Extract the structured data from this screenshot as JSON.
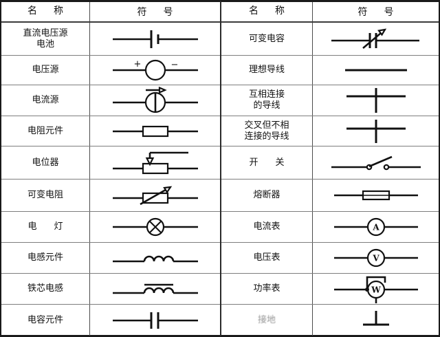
{
  "document": {
    "title": "电路元件图形符号对照表",
    "type": "reference-table",
    "columns": [
      "名　称",
      "符　号"
    ]
  },
  "left_table": {
    "header": {
      "name": "名　称",
      "symbol": "符　号"
    },
    "rows": [
      {
        "name": "直流电压源\n电池",
        "symbol_name": "dc-voltage-source-battery-symbol"
      },
      {
        "name": "电压源",
        "symbol_name": "voltage-source-symbol",
        "marks": [
          "+",
          "−"
        ]
      },
      {
        "name": "电流源",
        "symbol_name": "current-source-symbol"
      },
      {
        "name": "电阻元件",
        "symbol_name": "resistor-symbol"
      },
      {
        "name": "电位器",
        "symbol_name": "potentiometer-symbol"
      },
      {
        "name": "可变电阻",
        "symbol_name": "variable-resistor-symbol"
      },
      {
        "name": "电　灯",
        "symbol_name": "lamp-symbol",
        "spaced": true
      },
      {
        "name": "电感元件",
        "symbol_name": "inductor-symbol"
      },
      {
        "name": "铁芯电感",
        "symbol_name": "iron-core-inductor-symbol"
      },
      {
        "name": "电容元件",
        "symbol_name": "capacitor-symbol"
      }
    ]
  },
  "right_table": {
    "header": {
      "name": "名　称",
      "symbol": "符　号"
    },
    "rows": [
      {
        "name": "可变电容",
        "symbol_name": "variable-capacitor-symbol"
      },
      {
        "name": "理想导线",
        "symbol_name": "ideal-wire-symbol"
      },
      {
        "name": "互相连接\n的导线",
        "symbol_name": "connected-wires-symbol"
      },
      {
        "name": "交叉但不相\n连接的导线",
        "symbol_name": "crossing-unconnected-wires-symbol"
      },
      {
        "name": "开　关",
        "symbol_name": "switch-symbol",
        "spaced": true
      },
      {
        "name": "熔断器",
        "symbol_name": "fuse-symbol"
      },
      {
        "name": "电流表",
        "symbol_name": "ammeter-symbol",
        "letter": "A"
      },
      {
        "name": "电压表",
        "symbol_name": "voltmeter-symbol",
        "letter": "V"
      },
      {
        "name": "功率表",
        "symbol_name": "wattmeter-symbol",
        "letter": "W"
      },
      {
        "name": "接地",
        "symbol_name": "ground-symbol",
        "faded": true
      }
    ]
  },
  "style": {
    "ink": "#111111",
    "grid_line": "#7d7d7d",
    "border": "#1a1a1a",
    "background": "#ffffff"
  }
}
